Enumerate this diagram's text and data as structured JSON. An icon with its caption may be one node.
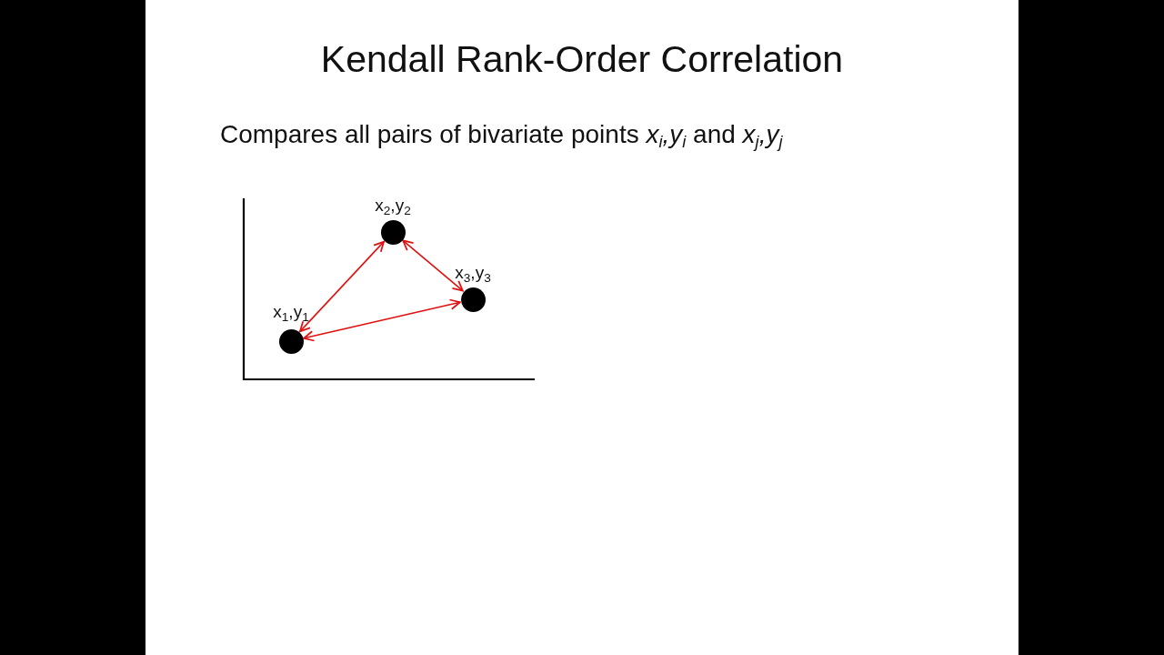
{
  "diagram": {
    "title": "Kendall Rank-Order Correlation",
    "nodes": [
      {
        "text": [],
        "shape": "circle",
        "beside": [
          "x$_{1}$,y$_{1}$"
        ]
      },
      {
        "text": [],
        "shape": "circle",
        "beside": [
          "x$_{2}$,y$_{2}$"
        ]
      },
      {
        "text": [],
        "shape": "circle",
        "beside": [
          "x$_{3}$,y$_{3}$"
        ]
      }
    ],
    "edges": [
      {
        "from": 0,
        "to": 1,
        "arrow": "both"
      },
      {
        "from": 1,
        "to": 2,
        "arrow": "both"
      },
      {
        "from": 2,
        "to": 0,
        "arrow": "both"
      }
    ],
    "labels": [
      "Compares all pairs of bivariate points *x*$_{i}$*,y*$_{i}$ and *x*$_{j}$*,y*$_{j}$"
    ]
  }
}
